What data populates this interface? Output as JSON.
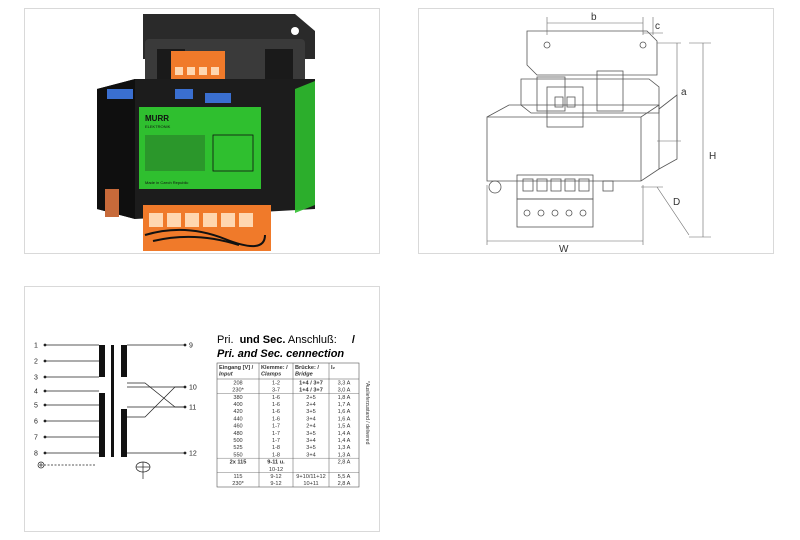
{
  "gallery": {
    "images": [
      {
        "name": "product-photo",
        "icon": "transformer-photo-icon"
      },
      {
        "name": "dimension-drawing",
        "icon": "dimension-drawing-icon"
      },
      {
        "name": "wiring-diagram",
        "icon": "wiring-diagram-icon"
      }
    ]
  },
  "photo": {
    "brand": "MURR",
    "brand_sub": "ELEKTRONIK",
    "made_in": "Made in Czech Republic",
    "colors": {
      "body": "#1c1c1c",
      "label": "#2fbf2f",
      "terminal": "#f07a2a",
      "screw": "#3a6fd0"
    }
  },
  "dimensions": {
    "labels": {
      "b": "b",
      "c": "c",
      "a": "a",
      "H": "H",
      "D": "D",
      "W": "W"
    }
  },
  "wiring": {
    "title_light": "Pri.",
    "title_bold": "und Sec.",
    "title_rest": "Anschluß:",
    "title_slash": "/",
    "subtitle": "Pri. and Sec. cennection",
    "side_note": "*Auslieferzustand / delivered",
    "pins_left": [
      "1",
      "2",
      "3",
      "4",
      "5",
      "6",
      "7",
      "8"
    ],
    "pins_right": [
      "9",
      "10",
      "11",
      "12"
    ],
    "table": {
      "headers": [
        "Eingang [V] / Input",
        "Klemme: / Clamps",
        "Brücke: / Bridge",
        "I₂"
      ],
      "header_lines": [
        [
          "Eingang [V] /",
          "Input"
        ],
        [
          "Klemme: /",
          "Clamps"
        ],
        [
          "Brücke: /",
          "Bridge"
        ],
        [
          "I₂"
        ]
      ],
      "rows": [
        [
          "208",
          "1-2",
          "1+4 / 3+7",
          "3,3  A"
        ],
        [
          "230*",
          "3-7",
          "1+4 / 3+7",
          "3,0  A"
        ],
        [
          "380",
          "1-6",
          "2+5",
          "1,8  A"
        ],
        [
          "400",
          "1-6",
          "2+4",
          "1,7  A"
        ],
        [
          "420",
          "1-6",
          "3+5",
          "1,6  A"
        ],
        [
          "440",
          "1-6",
          "3+4",
          "1,6  A"
        ],
        [
          "460",
          "1-7",
          "2+4",
          "1,5  A"
        ],
        [
          "480",
          "1-7",
          "3+5",
          "1,4  A"
        ],
        [
          "500",
          "1-7",
          "3+4",
          "1,4  A"
        ],
        [
          "525",
          "1-8",
          "3+5",
          "1,3  A"
        ],
        [
          "550",
          "1-8",
          "3+4",
          "1,3  A"
        ],
        [
          "2x 115",
          "9-11 u.",
          "",
          "2,8  A"
        ],
        [
          "",
          "10-12",
          "",
          ""
        ],
        [
          "115",
          "9-12",
          "9+10/11+12",
          "5,5  A"
        ],
        [
          "230*",
          "9-12",
          "10+11",
          "2,8  A"
        ]
      ]
    }
  }
}
